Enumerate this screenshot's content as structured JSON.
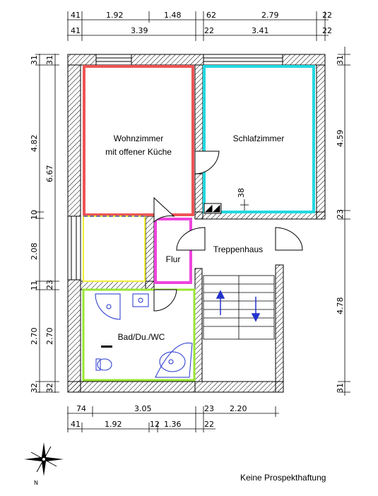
{
  "colors": {
    "wohnzimmer": "#ee5555",
    "schlafzimmer": "#22d8e0",
    "bad": "#99e633",
    "flur": "#ee44dd",
    "diele": "#f2ee33",
    "fixture": "#2233cc",
    "wall": "#000000"
  },
  "rooms": {
    "wohnzimmer_line1": "Wohnzimmer",
    "wohnzimmer_line2": "mit offener Küche",
    "schlafzimmer": "Schlafzimmer",
    "treppenhaus": "Treppenhaus",
    "flur": "Flur",
    "bad": "Bad/Du./WC"
  },
  "dims_top_row1": [
    "41",
    "1.92",
    "1.48",
    "62",
    "2.79",
    "22"
  ],
  "dims_top_row2": [
    "41",
    "3.39",
    "22",
    "3.41",
    "22"
  ],
  "dims_left_outer": [
    "31",
    "4.82",
    "10",
    "2.08",
    "11",
    "2.70",
    "32"
  ],
  "dims_left_inner": [
    "31",
    "6.67",
    "23",
    "2.70",
    "32"
  ],
  "dims_right": [
    "31",
    "4.59",
    "23",
    "4.78",
    "31"
  ],
  "dims_bottom_row1": [
    "74",
    "3.05",
    "23",
    "2.20"
  ],
  "dims_bottom_row2": [
    "41",
    "1.92",
    "12",
    "1.36",
    "22"
  ],
  "dim_inside_schlafzimmer": "38",
  "compass_label": "N",
  "disclaimer": "Keine Prospekthaftung"
}
